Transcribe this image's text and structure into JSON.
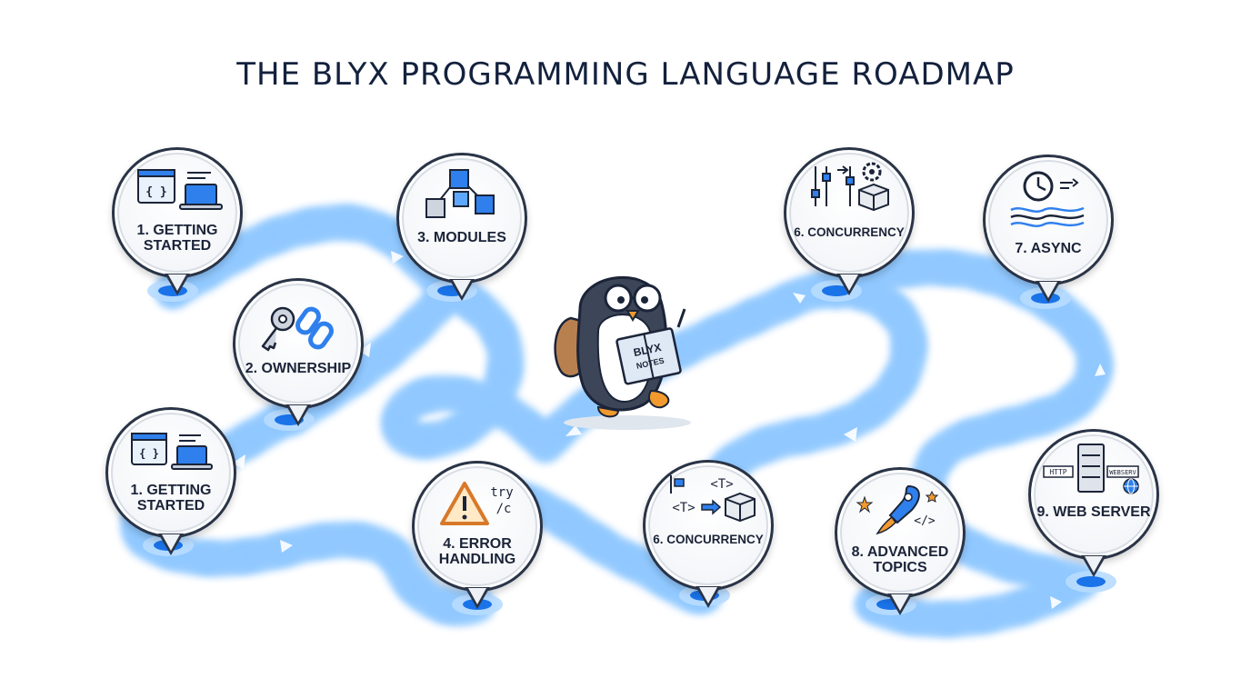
{
  "title": "THE BLYX PROGRAMMING LANGUAGE ROADMAP",
  "colors": {
    "path": "#1a73e8",
    "path_glow": "#9fd0ff",
    "pin": "#2a3447",
    "title": "#13213d"
  },
  "mascot": {
    "book_title": "BLYX",
    "book_subtitle": "NOTES"
  },
  "steps": [
    {
      "label": "1. GETTING STARTED",
      "icons": [
        "code-window-icon",
        "laptop-icon"
      ]
    },
    {
      "label": "2. OWNERSHIP",
      "icons": [
        "key-icon",
        "chain-link-icon"
      ]
    },
    {
      "label": "1. GETTING STARTED",
      "icons": [
        "code-window-icon",
        "laptop-icon"
      ]
    },
    {
      "label": "3. MODULES",
      "icons": [
        "module-cubes-icon"
      ]
    },
    {
      "label": "4. ERROR HANDLING",
      "icons": [
        "warning-icon"
      ],
      "code_text": "try\n/c"
    },
    {
      "label": "6. CONCURRENCY",
      "icons": [
        "generics-icon",
        "box-icon"
      ],
      "code_text_a": "<T>",
      "code_text_b": "<T>"
    },
    {
      "label": "6. CONCURRENCY",
      "icons": [
        "sliders-icon",
        "gear-icon",
        "box-icon"
      ]
    },
    {
      "label": "7. ASYNC",
      "icons": [
        "clock-icon",
        "waves-icon"
      ]
    },
    {
      "label": "8. ADVANCED TOPICS",
      "icons": [
        "rocket-icon",
        "stars-icon"
      ],
      "code_text": "</>"
    },
    {
      "label": "9. WEB SERVER",
      "icons": [
        "server-icon",
        "globe-icon"
      ],
      "tag_a": "HTTP",
      "tag_b": "WEBSERV"
    }
  ]
}
